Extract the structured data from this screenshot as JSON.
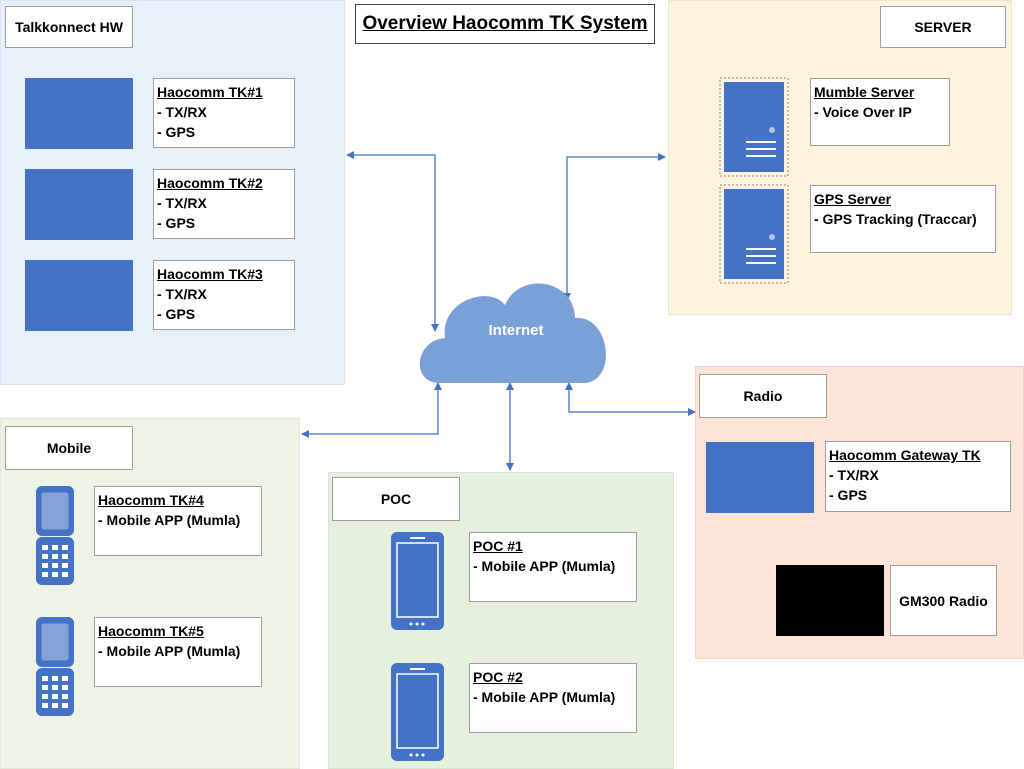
{
  "title": "Overview Haocomm TK System",
  "cloud": {
    "label": "Internet"
  },
  "groups": {
    "talkkonnect": {
      "label": "Talkkonnect HW",
      "items": [
        {
          "name": "Haocomm TK#1",
          "lines": [
            "- TX/RX",
            "- GPS"
          ]
        },
        {
          "name": "Haocomm TK#2",
          "lines": [
            "- TX/RX",
            "- GPS"
          ]
        },
        {
          "name": "Haocomm TK#3",
          "lines": [
            "- TX/RX",
            "- GPS"
          ]
        }
      ]
    },
    "server": {
      "label": "SERVER",
      "items": [
        {
          "name": "Mumble Server",
          "lines": [
            "- Voice Over IP"
          ]
        },
        {
          "name": "GPS Server",
          "lines": [
            "- GPS Tracking (Traccar)"
          ]
        }
      ]
    },
    "mobile": {
      "label": "Mobile",
      "items": [
        {
          "name": "Haocomm TK#4",
          "lines": [
            "- Mobile APP (Mumla)"
          ]
        },
        {
          "name": "Haocomm TK#5",
          "lines": [
            "- Mobile APP (Mumla)"
          ]
        }
      ]
    },
    "poc": {
      "label": "POC",
      "items": [
        {
          "name": "POC #1",
          "lines": [
            "- Mobile APP (Mumla)"
          ]
        },
        {
          "name": "POC #2",
          "lines": [
            "- Mobile APP (Mumla)"
          ]
        }
      ]
    },
    "radio": {
      "label": "Radio",
      "gateway": {
        "name": "Haocomm Gateway TK",
        "lines": [
          "- TX/RX",
          "- GPS"
        ]
      },
      "gm300": "GM300 Radio"
    }
  },
  "colors": {
    "device_blue": "#4472c4",
    "cloud": "#7aa0d8",
    "connector": "#4472c4"
  }
}
